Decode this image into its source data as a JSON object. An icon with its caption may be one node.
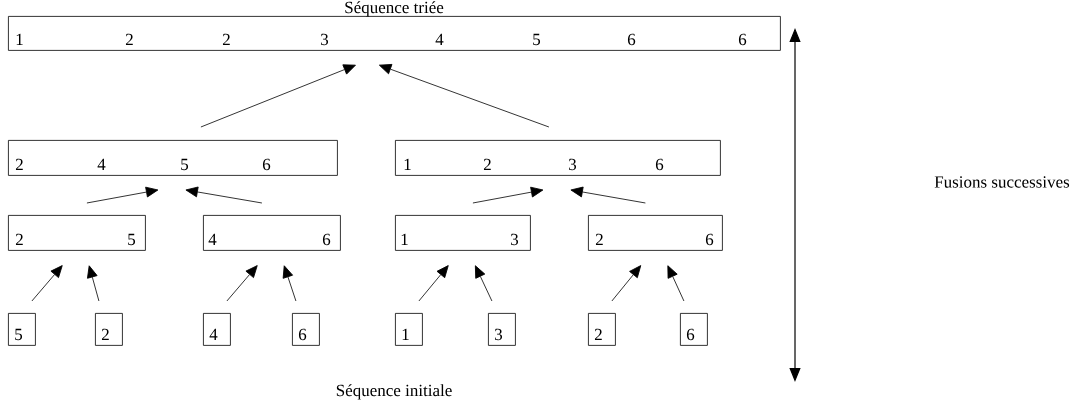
{
  "diagram": {
    "title": "Séquence triée",
    "caption": "Séquence initiale",
    "nodes": [
      {
        "text": [
          "1",
          "2",
          "2",
          "3",
          "4",
          "5",
          "6",
          "6"
        ]
      },
      {
        "text": [
          "2",
          "4",
          "5",
          "6"
        ]
      },
      {
        "text": [
          "1",
          "2",
          "3",
          "6"
        ]
      },
      {
        "text": [
          "2",
          "5"
        ]
      },
      {
        "text": [
          "4",
          "6"
        ]
      },
      {
        "text": [
          "1",
          "3"
        ]
      },
      {
        "text": [
          "2",
          "6"
        ]
      },
      {
        "text": [
          "5"
        ]
      },
      {
        "text": [
          "2"
        ]
      },
      {
        "text": [
          "4"
        ]
      },
      {
        "text": [
          "6"
        ]
      },
      {
        "text": [
          "1"
        ]
      },
      {
        "text": [
          "3"
        ]
      },
      {
        "text": [
          "2"
        ]
      },
      {
        "text": [
          "6"
        ]
      }
    ],
    "edges": [
      {
        "from": 1,
        "to": 0,
        "arrow": "to"
      },
      {
        "from": 2,
        "to": 0,
        "arrow": "to"
      },
      {
        "from": 3,
        "to": 1,
        "arrow": "to"
      },
      {
        "from": 4,
        "to": 1,
        "arrow": "to"
      },
      {
        "from": 5,
        "to": 2,
        "arrow": "to"
      },
      {
        "from": 6,
        "to": 2,
        "arrow": "to"
      },
      {
        "from": 7,
        "to": 3,
        "arrow": "to"
      },
      {
        "from": 8,
        "to": 3,
        "arrow": "to"
      },
      {
        "from": 9,
        "to": 4,
        "arrow": "to"
      },
      {
        "from": 10,
        "to": 4,
        "arrow": "to"
      },
      {
        "from": 11,
        "to": 5,
        "arrow": "to"
      },
      {
        "from": 12,
        "to": 5,
        "arrow": "to"
      },
      {
        "from": 13,
        "to": 6,
        "arrow": "to"
      },
      {
        "from": 14,
        "to": 6,
        "arrow": "to"
      }
    ],
    "labels": [
      "Fusions successives"
    ]
  }
}
